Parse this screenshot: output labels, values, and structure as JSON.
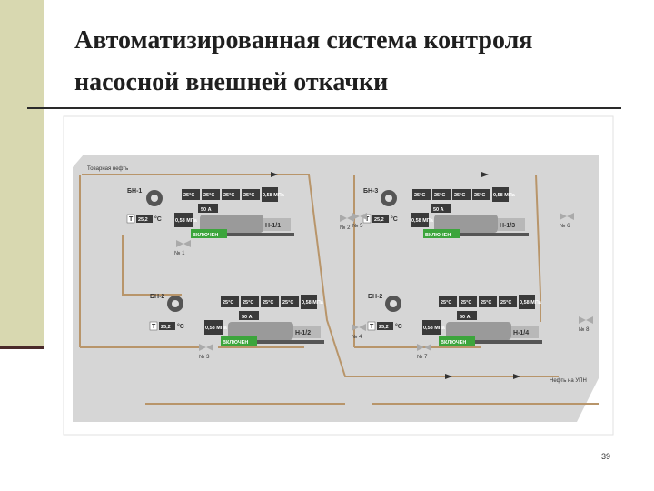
{
  "slide": {
    "title_line1": "Автоматизированная система контроля",
    "title_line2": "насосной внешней откачки",
    "page_number": "39"
  },
  "schema": {
    "inlet_label": "Товарная нефть",
    "outlet_label": "Нефть на УПН",
    "units": [
      {
        "fan": "БН-1",
        "pump": "Н-1/1",
        "temps": [
          "25°C",
          "25°C",
          "25°C",
          "25°C"
        ],
        "current": "50 А",
        "pressure_top": "0,58 МПа",
        "pressure_mid": "0,58 МПа",
        "t_symbol": "T",
        "t_value": "25,2",
        "t_unit": "°С",
        "status": "ВКЛЮЧЕН",
        "valve_left": "№ 1",
        "valve_right": "№ 2"
      },
      {
        "fan": "БН-3",
        "pump": "Н-1/3",
        "temps": [
          "25°C",
          "25°C",
          "25°C",
          "25°C"
        ],
        "current": "50 А",
        "pressure_top": "0,58 МПа",
        "pressure_mid": "0,58 МПа",
        "t_symbol": "T",
        "t_value": "25,2",
        "t_unit": "°С",
        "status": "ВКЛЮЧЕН",
        "valve_left": "№ 5",
        "valve_right": "№ 6"
      },
      {
        "fan": "БН-2",
        "pump": "Н-1/2",
        "temps": [
          "25°C",
          "25°C",
          "25°C",
          "25°C"
        ],
        "current": "50 А",
        "pressure_top": "0,58 МПа",
        "pressure_mid": "0,58 МПа",
        "t_symbol": "T",
        "t_value": "25,2",
        "t_unit": "°С",
        "status": "ВКЛЮЧЕН",
        "valve_left": "№ 3",
        "valve_right": "№ 4"
      },
      {
        "fan": "БН-2",
        "pump": "Н-1/4",
        "temps": [
          "25°C",
          "25°C",
          "25°C",
          "25°C"
        ],
        "current": "50 А",
        "pressure_top": "0,58 МПа",
        "pressure_mid": "0,58 МПа",
        "t_symbol": "T",
        "t_value": "25,2",
        "t_unit": "°С",
        "status": "ВКЛЮЧЕН",
        "valve_left": "№ 7",
        "valve_right": "№ 8"
      }
    ],
    "colors": {
      "background": "#d6d6d6",
      "pipe": "#b8956a",
      "panel": "#3a3a3a",
      "status_on": "#3ca53c"
    }
  }
}
